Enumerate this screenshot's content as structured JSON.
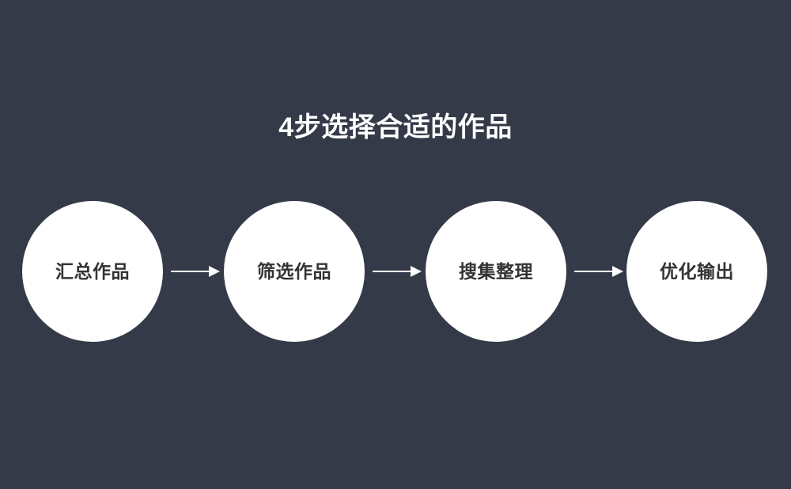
{
  "slide": {
    "background_color": "#343a48",
    "title": "4步选择合适的作品"
  },
  "diagram": {
    "type": "process-flow",
    "orientation": "horizontal",
    "step_count": 4,
    "node_shape": "circle",
    "node_fill_color": "#ffffff",
    "node_text_color": "#333333",
    "connector_color": "#ffffff",
    "connector_icon": "arrow-right-icon",
    "steps": [
      {
        "index": "1",
        "label": "汇总作品"
      },
      {
        "index": "2",
        "label": "筛选作品"
      },
      {
        "index": "3",
        "label": "搜集整理"
      },
      {
        "index": "4",
        "label": "优化输出"
      }
    ],
    "connectors": [
      {
        "from": "汇总作品",
        "to": "筛选作品"
      },
      {
        "from": "筛选作品",
        "to": "搜集整理"
      },
      {
        "from": "搜集整理",
        "to": "优化输出"
      }
    ]
  }
}
